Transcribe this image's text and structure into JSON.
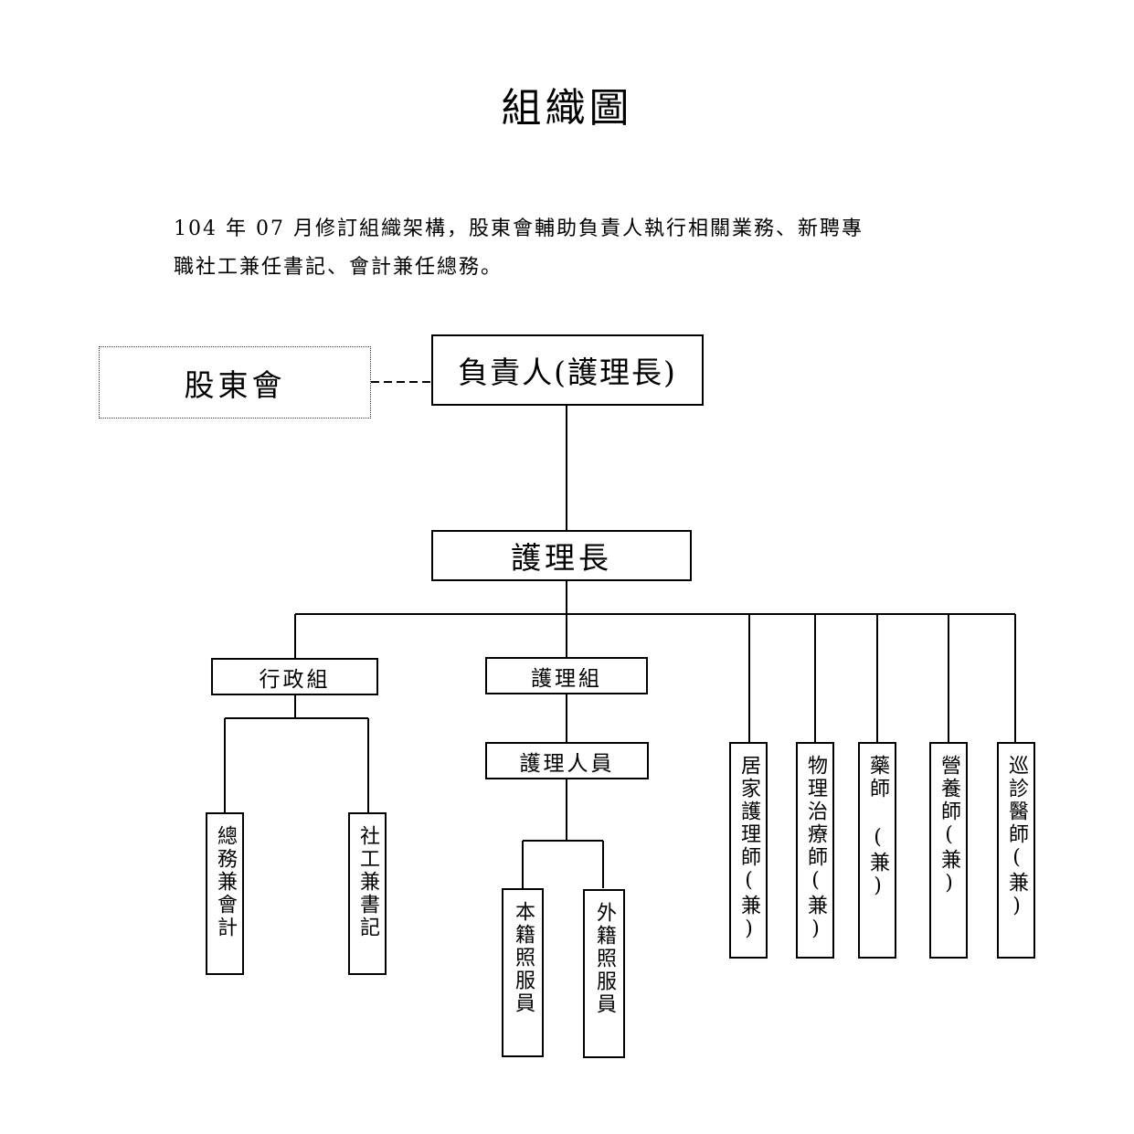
{
  "title": "組織圖",
  "intro": {
    "line1": "104 年 07 月修訂組織架構，股東會輔助負責人執行相關業務、新聘專",
    "line2": "職社工兼任書記、會計兼任總務。"
  },
  "chart": {
    "shareholders": "股東會",
    "director": "負責人(護理長)",
    "head_nurse": "護理長",
    "admin_group": "行政組",
    "nursing_group": "護理組",
    "nursing_staff": "護理人員",
    "general_affairs": "總務兼會計",
    "social_worker": "社工兼書記",
    "local_caregiver": "本籍照服員",
    "foreign_caregiver": "外籍照服員",
    "home_nurse": "居家護理師(兼)",
    "physio": "物理治療師(兼)",
    "pharmacist": "藥師 (兼)",
    "dietitian": "營養師(兼)",
    "visiting_doctor": "巡診醫師(兼)"
  }
}
